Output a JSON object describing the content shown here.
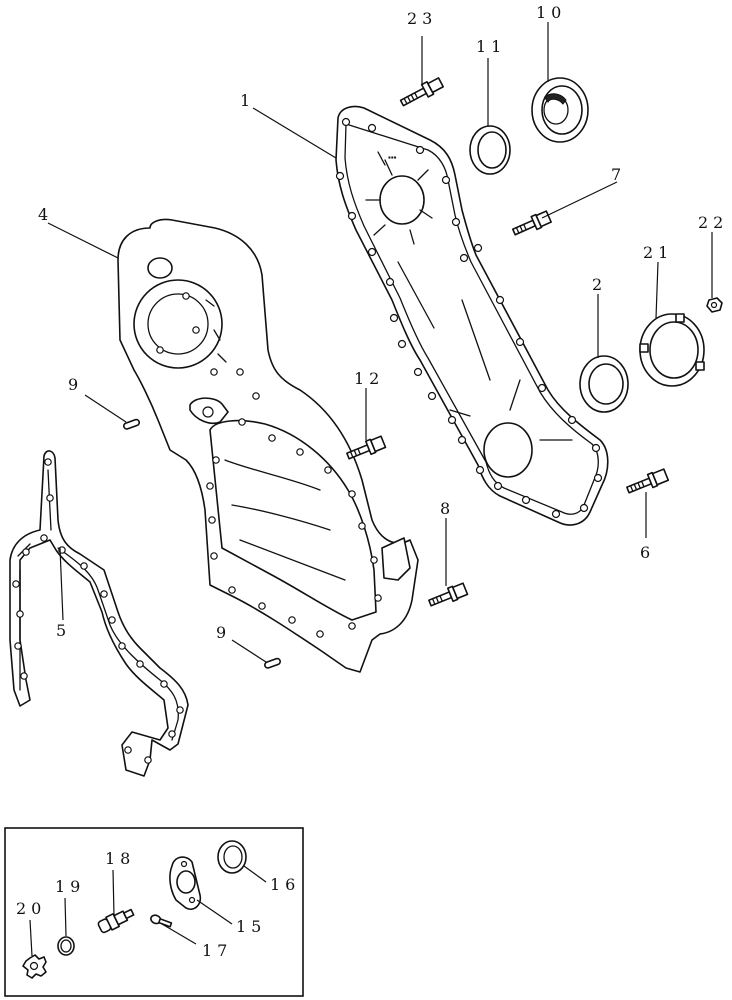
{
  "callouts": {
    "c1": "1",
    "c2": "2",
    "c4": "4",
    "c5": "5",
    "c6": "6",
    "c7": "7",
    "c8": "8",
    "c9a": "9",
    "c9b": "9",
    "c10": "10",
    "c11": "11",
    "c12": "12",
    "c15": "15",
    "c16": "16",
    "c17": "17",
    "c18": "18",
    "c19": "19",
    "c20": "20",
    "c21": "21",
    "c22": "22",
    "c23": "23"
  }
}
